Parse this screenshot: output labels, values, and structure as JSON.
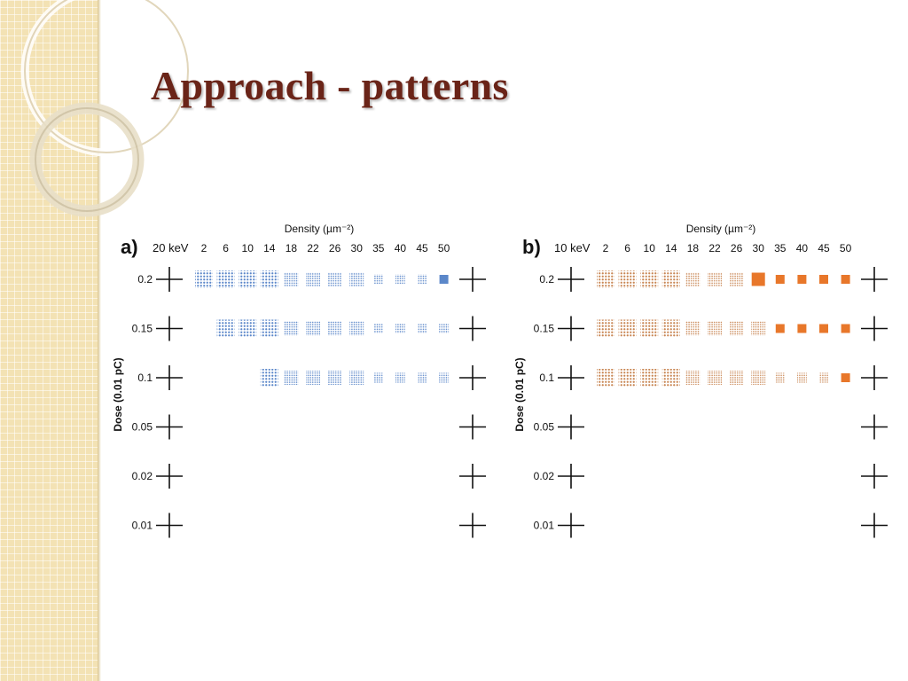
{
  "slide": {
    "title": "Approach - patterns"
  },
  "panels": [
    {
      "id": "a",
      "label": "a)",
      "energy": "20 keV",
      "x_axis_title": "Density (µm⁻²)",
      "y_axis_title": "Dose (0.01 pC)",
      "densities": [
        "2",
        "6",
        "10",
        "14",
        "18",
        "22",
        "26",
        "30",
        "35",
        "40",
        "45",
        "50"
      ],
      "doses": [
        "0.2",
        "0.15",
        "0.1",
        "0.05",
        "0.02",
        "0.01"
      ],
      "pattern_color": "#5b87c9",
      "solid_color": "#5b87c9",
      "rows": [
        {
          "dose": "0.2",
          "cells": [
            "d",
            "d",
            "d",
            "d",
            "d",
            "d",
            "d",
            "d",
            "d",
            "d",
            "d",
            "s"
          ]
        },
        {
          "dose": "0.15",
          "cells": [
            "",
            "d",
            "d",
            "d",
            "d",
            "d",
            "d",
            "d",
            "d",
            "d",
            "d",
            "d"
          ]
        },
        {
          "dose": "0.1",
          "cells": [
            "",
            "",
            "",
            "d",
            "d",
            "d",
            "d",
            "d",
            "d",
            "d",
            "d",
            "d"
          ]
        },
        {
          "dose": "0.05",
          "cells": [
            "",
            "",
            "",
            "",
            "",
            "",
            "",
            "",
            "",
            "",
            "",
            ""
          ]
        },
        {
          "dose": "0.02",
          "cells": [
            "",
            "",
            "",
            "",
            "",
            "",
            "",
            "",
            "",
            "",
            "",
            ""
          ]
        },
        {
          "dose": "0.01",
          "cells": [
            "",
            "",
            "",
            "",
            "",
            "",
            "",
            "",
            "",
            "",
            "",
            ""
          ]
        }
      ]
    },
    {
      "id": "b",
      "label": "b)",
      "energy": "10 keV",
      "x_axis_title": "Density (µm⁻²)",
      "y_axis_title": "Dose (0.01 pC)",
      "densities": [
        "2",
        "6",
        "10",
        "14",
        "18",
        "22",
        "26",
        "30",
        "35",
        "40",
        "45",
        "50"
      ],
      "doses": [
        "0.2",
        "0.15",
        "0.1",
        "0.05",
        "0.02",
        "0.01"
      ],
      "pattern_color": "#c88552",
      "solid_color": "#e8772a",
      "rows": [
        {
          "dose": "0.2",
          "cells": [
            "d",
            "d",
            "d",
            "d",
            "d",
            "d",
            "d",
            "S",
            "s",
            "s",
            "s",
            "s"
          ]
        },
        {
          "dose": "0.15",
          "cells": [
            "d",
            "d",
            "d",
            "d",
            "d",
            "d",
            "d",
            "d",
            "s",
            "s",
            "s",
            "s"
          ]
        },
        {
          "dose": "0.1",
          "cells": [
            "d",
            "d",
            "d",
            "d",
            "d",
            "d",
            "d",
            "d",
            "d",
            "d",
            "d",
            "s"
          ]
        },
        {
          "dose": "0.05",
          "cells": [
            "",
            "",
            "",
            "",
            "",
            "",
            "",
            "",
            "",
            "",
            "",
            ""
          ]
        },
        {
          "dose": "0.02",
          "cells": [
            "",
            "",
            "",
            "",
            "",
            "",
            "",
            "",
            "",
            "",
            "",
            ""
          ]
        },
        {
          "dose": "0.01",
          "cells": [
            "",
            "",
            "",
            "",
            "",
            "",
            "",
            "",
            "",
            "",
            "",
            ""
          ]
        }
      ]
    }
  ]
}
